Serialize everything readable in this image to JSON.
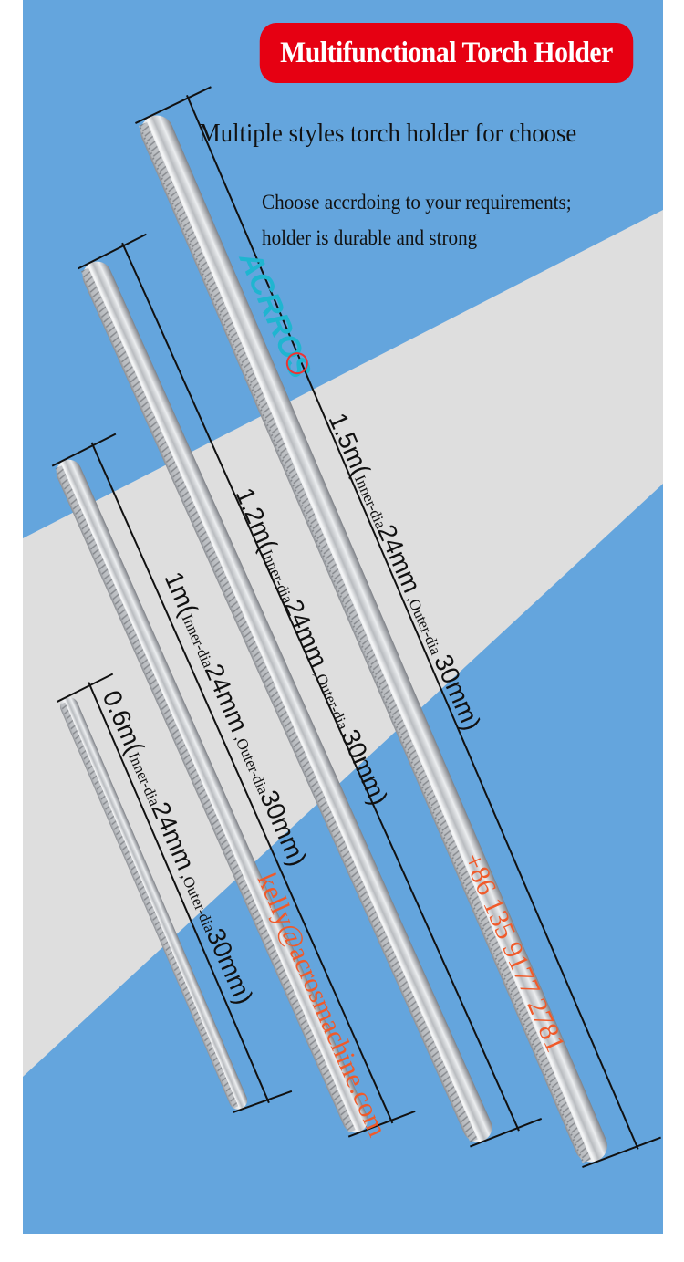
{
  "header": {
    "title": "Multifunctional Torch Holder",
    "subtitle": "Multiple styles torch holder for choose",
    "description_line1": "Choose accrdoing to your requirements;",
    "description_line2": "holder is durable and strong"
  },
  "logo": {
    "text": "ACRROS"
  },
  "rods": [
    {
      "length": "1.5m",
      "open": "(",
      "inner_label": "Inner-dia",
      "inner_value": "24mm",
      "sep": " ,",
      "outer_label": "Outer-dia ",
      "outer_value": "30mm)"
    },
    {
      "length": "1.2m",
      "open": "(",
      "inner_label": "Inner-dia",
      "inner_value": "24mm",
      "sep": " ,",
      "outer_label": "Outer-dia ",
      "outer_value": "30mm)"
    },
    {
      "length": "1m",
      "open": "(",
      "inner_label": "Inner-dia",
      "inner_value": "24mm",
      "sep": " ,",
      "outer_label": "Outer-dia",
      "outer_value": "30mm)"
    },
    {
      "length": "0.6m",
      "open": "(",
      "inner_label": "Inner-dia",
      "inner_value": "24mm",
      "sep": " ,",
      "outer_label": "Outer-dia",
      "outer_value": "30mm)"
    }
  ],
  "contact": {
    "phone": "+86 135 9177 2781",
    "email": "kelly@acrosmachine.com"
  },
  "colors": {
    "background_blue": "#64a5dd",
    "band_gray": "#dedede",
    "title_red": "#e60012",
    "contact_orange": "#f05a2a",
    "logo_cyan": "#1fb5d0"
  }
}
